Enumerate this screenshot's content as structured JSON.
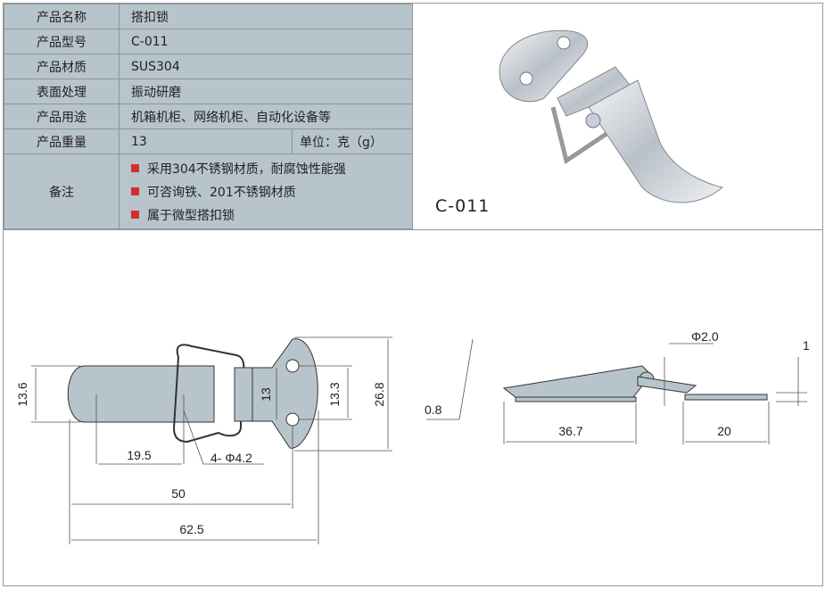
{
  "specs": [
    {
      "label": "产品名称",
      "value": "搭扣锁"
    },
    {
      "label": "产品型号",
      "value": "C-011"
    },
    {
      "label": "产品材质",
      "value": "SUS304"
    },
    {
      "label": "表面处理",
      "value": "振动研磨"
    },
    {
      "label": "产品用途",
      "value": "机箱机柜、网络机柜、自动化设备等"
    },
    {
      "label": "产品重量",
      "value": "13",
      "unit": "单位：克（g）"
    }
  ],
  "notes": {
    "label": "备注",
    "items": [
      "采用304不锈钢材质，耐腐蚀性能强",
      "可咨询铁、201不锈钢材质",
      "属于微型搭扣锁"
    ]
  },
  "photo_caption": "C-011",
  "colors": {
    "table_bg": "#b8c4cb",
    "bullet": "#d0302a"
  },
  "front_view": {
    "dims": [
      "13.6",
      "19.5",
      "4- Φ4.2",
      "50",
      "62.5",
      "13",
      "13.3",
      "26.8"
    ]
  },
  "side_view": {
    "dims": [
      "Φ2.0",
      "1",
      "0.8",
      "36.7",
      "20"
    ]
  }
}
